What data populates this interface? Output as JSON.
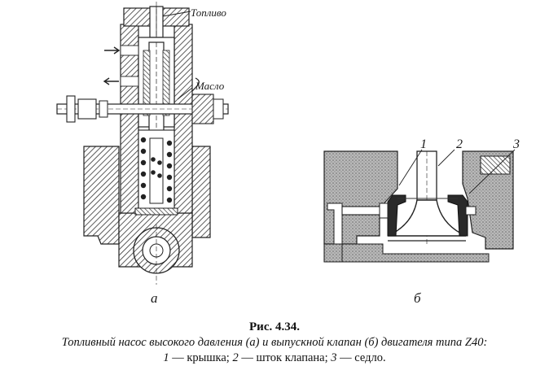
{
  "labels": {
    "fuel": "Топливо",
    "oil": "Масло",
    "sub_a": "а",
    "sub_b": "б",
    "num_1": "1",
    "num_2": "2",
    "num_3": "3"
  },
  "caption": {
    "title": "Рис. 4.34.",
    "description": "Топливный насос высокого давления (а) и выпускной клапан (б) двигателя типа Z40:",
    "legend_1_num": "1",
    "legend_1_text": " — крышка; ",
    "legend_2_num": "2",
    "legend_2_text": " — шток клапана; ",
    "legend_3_num": "3",
    "legend_3_text": " — седло."
  }
}
